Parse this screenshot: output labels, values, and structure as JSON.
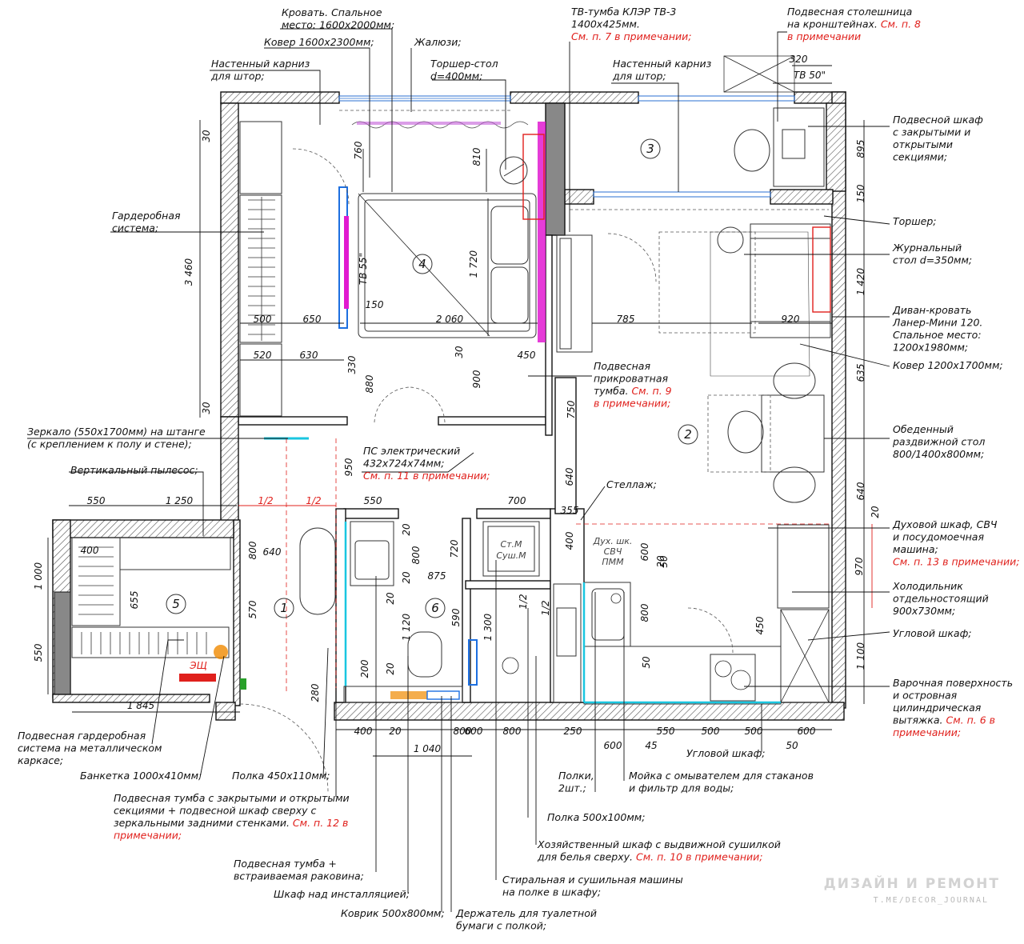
{
  "rooms": [
    "1",
    "2",
    "3",
    "4",
    "5",
    "6"
  ],
  "callouts": [
    {
      "id": "bed",
      "lines": [
        {
          "t": "Кровать. Спальное"
        },
        {
          "t": "место: 1600х2000мм;"
        }
      ]
    },
    {
      "id": "carpet-bed",
      "lines": [
        {
          "t": "Ковер 1600х2300мм;"
        }
      ]
    },
    {
      "id": "blinds",
      "lines": [
        {
          "t": "Жалюзи;"
        }
      ]
    },
    {
      "id": "cornice-left",
      "lines": [
        {
          "t": "Настенный карниз"
        },
        {
          "t": "для штор;"
        }
      ]
    },
    {
      "id": "floor-lamp-table",
      "lines": [
        {
          "t": "Торшер-стол"
        },
        {
          "t": "d=400мм;"
        }
      ]
    },
    {
      "id": "tv-stand",
      "lines": [
        {
          "t": "ТВ-тумба КЛЭР ТВ-3"
        },
        {
          "t": "1400х425мм."
        },
        {
          "t": "См. п. 7 в примечании;",
          "red": true
        }
      ]
    },
    {
      "id": "cornice-right",
      "lines": [
        {
          "t": "Настенный карниз"
        },
        {
          "t": "для штор;"
        }
      ]
    },
    {
      "id": "hanging-desk",
      "lines": [
        {
          "t": "Подвесная столешница"
        },
        {
          "t": "на кронштейнах. ",
          "seg": "См. п. 8"
        },
        {
          "t": "в примечании",
          "red": true
        }
      ]
    },
    {
      "id": "hanging-cabinet",
      "lines": [
        {
          "t": "Подвесной шкаф"
        },
        {
          "t": "с закрытыми и"
        },
        {
          "t": "открытыми"
        },
        {
          "t": "секциями;"
        }
      ]
    },
    {
      "id": "floor-lamp",
      "lines": [
        {
          "t": "Торшер;"
        }
      ]
    },
    {
      "id": "coffee-table",
      "lines": [
        {
          "t": "Журнальный"
        },
        {
          "t": "стол d=350мм;"
        }
      ]
    },
    {
      "id": "sofa-bed",
      "lines": [
        {
          "t": "Диван-кровать"
        },
        {
          "t": "Ланер-Мини 120."
        },
        {
          "t": "Спальное место:"
        },
        {
          "t": "1200х1980мм;"
        }
      ]
    },
    {
      "id": "carpet-living",
      "lines": [
        {
          "t": "Ковер 1200х1700мм;"
        }
      ]
    },
    {
      "id": "dining-table",
      "lines": [
        {
          "t": "Обеденный"
        },
        {
          "t": "раздвижной стол"
        },
        {
          "t": "800/1400х800мм;"
        }
      ]
    },
    {
      "id": "wardrobe-system",
      "lines": [
        {
          "t": "Гардеробная"
        },
        {
          "t": "система;"
        }
      ]
    },
    {
      "id": "bedside",
      "lines": [
        {
          "t": "Подвесная"
        },
        {
          "t": "прикроватная"
        },
        {
          "t": "тумба. ",
          "seg": "См. п. 9"
        },
        {
          "t": "в примечании;",
          "red": true
        }
      ]
    },
    {
      "id": "mirror",
      "lines": [
        {
          "t": "Зеркало (550х1700мм) на штанге"
        },
        {
          "t": "(с креплением к полу и стене);"
        }
      ]
    },
    {
      "id": "heated-floor",
      "lines": [
        {
          "t": "ПС электрический"
        },
        {
          "t": "432х724х74мм;"
        },
        {
          "t": "См. п. 11 в примечании;",
          "red": true
        }
      ]
    },
    {
      "id": "vacuum",
      "lines": [
        {
          "t": "Вертикальный пылесос;"
        }
      ]
    },
    {
      "id": "shelving",
      "lines": [
        {
          "t": "Стеллаж;"
        }
      ]
    },
    {
      "id": "oven",
      "lines": [
        {
          "t": "Духовой шкаф, СВЧ"
        },
        {
          "t": "и посудомоечная"
        },
        {
          "t": "машина;"
        },
        {
          "t": "См. п. 13 в примечании;",
          "red": true
        }
      ]
    },
    {
      "id": "fridge",
      "lines": [
        {
          "t": "Холодильник"
        },
        {
          "t": "отдельностоящий"
        },
        {
          "t": "900х730мм;"
        }
      ]
    },
    {
      "id": "corner-cabinet-right",
      "lines": [
        {
          "t": "Угловой шкаф;"
        }
      ]
    },
    {
      "id": "hob",
      "lines": [
        {
          "t": "Варочная поверхность"
        },
        {
          "t": "и островная"
        },
        {
          "t": "цилиндрическая"
        },
        {
          "t": "вытяжка. ",
          "seg": "См. п. 6 в"
        },
        {
          "t": "примечании;",
          "red": true
        }
      ]
    },
    {
      "id": "hanging-wardrobe",
      "lines": [
        {
          "t": "Подвесная гардеробная"
        },
        {
          "t": "система на металлическом"
        },
        {
          "t": "каркасе;"
        }
      ]
    },
    {
      "id": "bench",
      "lines": [
        {
          "t": "Банкетка 1000х410мм;"
        }
      ]
    },
    {
      "id": "shelf-450",
      "lines": [
        {
          "t": "Полка 450х110мм;"
        }
      ]
    },
    {
      "id": "hanging-unit-mirror",
      "lines": [
        {
          "t": "Подвесная тумба с закрытыми и открытыми"
        },
        {
          "t": "секциями + подвесной шкаф сверху с"
        },
        {
          "t": "зеркальными задними стенками. ",
          "seg": "См. п. 12 в"
        },
        {
          "t": "примечании;",
          "red": true
        }
      ]
    },
    {
      "id": "vanity",
      "lines": [
        {
          "t": "Подвесная тумба +"
        },
        {
          "t": "встраиваемая раковина;"
        }
      ]
    },
    {
      "id": "install-cabinet",
      "lines": [
        {
          "t": "Шкаф над инсталляцией;"
        }
      ]
    },
    {
      "id": "bath-mat",
      "lines": [
        {
          "t": "Коврик 500х800мм;"
        }
      ]
    },
    {
      "id": "paper-holder",
      "lines": [
        {
          "t": "Держатель для туалетной"
        },
        {
          "t": "бумаги с полкой;"
        }
      ]
    },
    {
      "id": "washer-dryer",
      "lines": [
        {
          "t": "Стиральная и сушильная машины"
        },
        {
          "t": "на полке в шкафу;"
        }
      ]
    },
    {
      "id": "utility-cabinet",
      "lines": [
        {
          "t": "Хозяйственный шкаф с выдвижной сушилкой"
        },
        {
          "t": "для белья сверху. ",
          "seg": "См. п. 10 в примечании;"
        }
      ]
    },
    {
      "id": "shelf-500",
      "lines": [
        {
          "t": "Полка 500х100мм;"
        }
      ]
    },
    {
      "id": "shelves-2",
      "lines": [
        {
          "t": "Полки,"
        },
        {
          "t": "2шт.;"
        }
      ]
    },
    {
      "id": "sink",
      "lines": [
        {
          "t": "Мойка с омывателем для стаканов"
        },
        {
          "t": "и фильтр для воды;"
        }
      ]
    },
    {
      "id": "corner-cabinet-bottom",
      "lines": [
        {
          "t": "Угловой шкаф;"
        }
      ]
    }
  ],
  "dimensions": [
    "30",
    "760",
    "810",
    "3 460",
    "650",
    "500",
    "520",
    "630",
    "150",
    "2 060",
    "1 720",
    "330",
    "880",
    "900",
    "450",
    "30",
    "30",
    "785",
    "920",
    "895",
    "150",
    "1 420",
    "635",
    "640",
    "20",
    "970",
    "1 100",
    "750",
    "640",
    "355",
    "700",
    "550",
    "950",
    "1/2",
    "1/2",
    "550",
    "1 250",
    "400",
    "655",
    "1 000",
    "550",
    "1 845",
    "800",
    "640",
    "570",
    "280",
    "20",
    "800",
    "720",
    "20",
    "875",
    "20",
    "1 120",
    "590",
    "1 300",
    "1/2",
    "1/2",
    "200",
    "20",
    "400",
    "600",
    "20",
    "800",
    "450",
    "50",
    "800",
    "50",
    "400",
    "20",
    "1 040",
    "800",
    "250",
    "600",
    "45",
    "550",
    "500",
    "500",
    "600",
    "50",
    "600",
    "320",
    "TB 50\"",
    "TB 55\""
  ],
  "marks": {
    "washer": "Ст.М",
    "dryer": "Суш.М",
    "oven1": "Дух. шк.",
    "oven2": "СВЧ",
    "oven3": "ПММ",
    "panel": "ЭЩ"
  },
  "watermark": {
    "title": "ДИЗАЙН И РЕМОНТ",
    "handle": "T.ME/DECOR_JOURNAL"
  },
  "colors": {
    "red_note": "#e0201c",
    "magenta": "#e11ad0",
    "cyan": "#19c6e0",
    "blue": "#1d6fe0",
    "orange": "#f08a00",
    "wall_hatch": "#555555"
  }
}
